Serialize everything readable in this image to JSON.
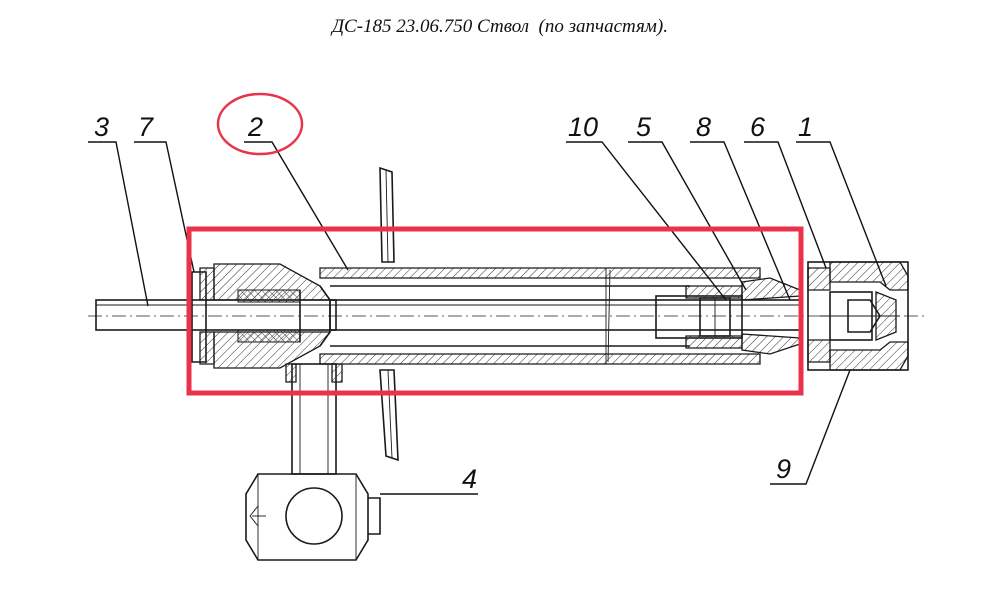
{
  "title": "ДС-185 23.06.750 Ствол  (по запчастям).",
  "labels": {
    "p1": "1",
    "p2": "2",
    "p3": "3",
    "p4": "4",
    "p5": "5",
    "p6": "6",
    "p7": "7",
    "p8": "8",
    "p9": "9",
    "p10": "10"
  },
  "colors": {
    "highlight": "#e8334a",
    "ink": "#1a1a1a"
  }
}
